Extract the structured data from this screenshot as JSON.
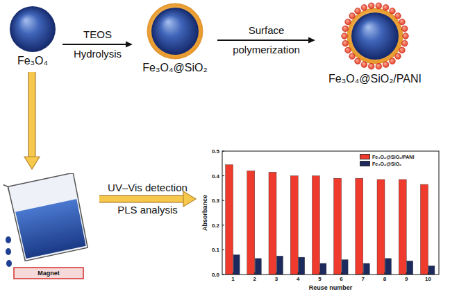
{
  "diagram": {
    "nodes": [
      {
        "text": [
          "Fe₃O₄"
        ]
      },
      {
        "text": [
          "Fe₃O₄@SiO₂"
        ]
      },
      {
        "text": [
          "Fe₃O₄@SiO₂/PANI"
        ]
      },
      {
        "text": [
          "Magnet"
        ]
      },
      {
        "text": [
          "Absorbance",
          "Reuse number"
        ]
      }
    ],
    "edges": [
      {
        "from": 0,
        "to": 1,
        "arrow": "to",
        "label": "TEOS Hydrolysis"
      },
      {
        "from": 1,
        "to": 2,
        "arrow": "to",
        "label": "Surface polymerization"
      },
      {
        "from": 0,
        "to": 3,
        "arrow": "to"
      },
      {
        "from": 3,
        "to": 4,
        "arrow": "to",
        "label": "UV–Vis detection PLS analysis"
      }
    ],
    "labels": [
      "0.5",
      "0.4",
      "0.3",
      "0.2",
      "0.1",
      "0.0",
      "1",
      "2",
      "3",
      "4",
      "5",
      "6",
      "7",
      "8",
      "9",
      "10"
    ],
    "legend": [
      {
        "text": "Fe₃O₄@SiO₂/PANI",
        "color": "#ee3b2e"
      },
      {
        "text": "Fe₃O₄@SiO₂",
        "color": "#1c2a5e"
      }
    ]
  }
}
